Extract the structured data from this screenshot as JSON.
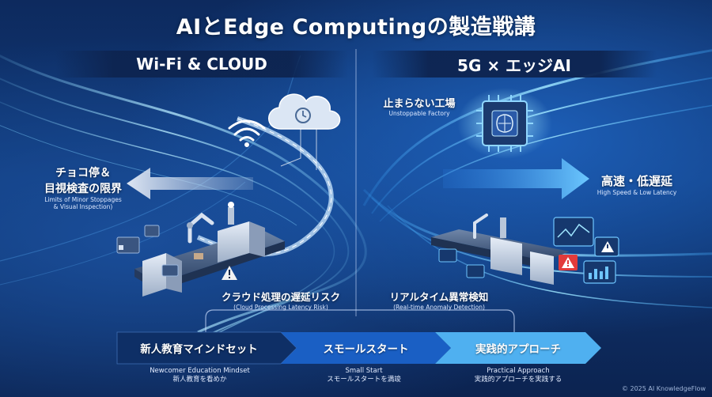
{
  "title": "AIとEdge Computingの製造戦講",
  "left": {
    "header": "Wi-Fi & CLOUD",
    "limits_title_1": "チョコ停＆",
    "limits_title_2": "目視検査の限界",
    "limits_sub_1": "Limits of Minor Stoppages",
    "limits_sub_2": "& Visual Inspection)",
    "risk_title": "クラウド処理の遅延リスク",
    "risk_sub": "(Cloud Processing Latency Risk)"
  },
  "right": {
    "header": "5G × エッジAI",
    "factory_title": "止まらない工場",
    "factory_sub": "Unstoppable Factory",
    "speed_title": "高速・低遅延",
    "speed_sub": "High Speed & Low Latency",
    "anomaly_title": "リアルタイム異常検知",
    "anomaly_sub": "(Real-time Anomaly Detection)"
  },
  "steps": [
    {
      "label": "新人教育マインドセット",
      "en": "Newcomer Education Mindset",
      "ja": "新人教育を看めか"
    },
    {
      "label": "スモールスタート",
      "en": "Small Start",
      "ja": "スモールスタートを満竣"
    },
    {
      "label": "実践的アプローチ",
      "en": "Practical Approach",
      "ja": "実践的アプローチを実践する"
    }
  ],
  "icons": {
    "cloud": "cloud-icon",
    "wifi": "wifi-icon",
    "chip": "ai-chip-icon",
    "warning": "warning-icon"
  },
  "colors": {
    "background": "#0d2a5e",
    "step1": "#0e2f66",
    "step2": "#1a5fc4",
    "step3": "#4fb0f0",
    "warning": "#e23b3b"
  },
  "copyright": "© 2025 AI KnowledgeFlow"
}
